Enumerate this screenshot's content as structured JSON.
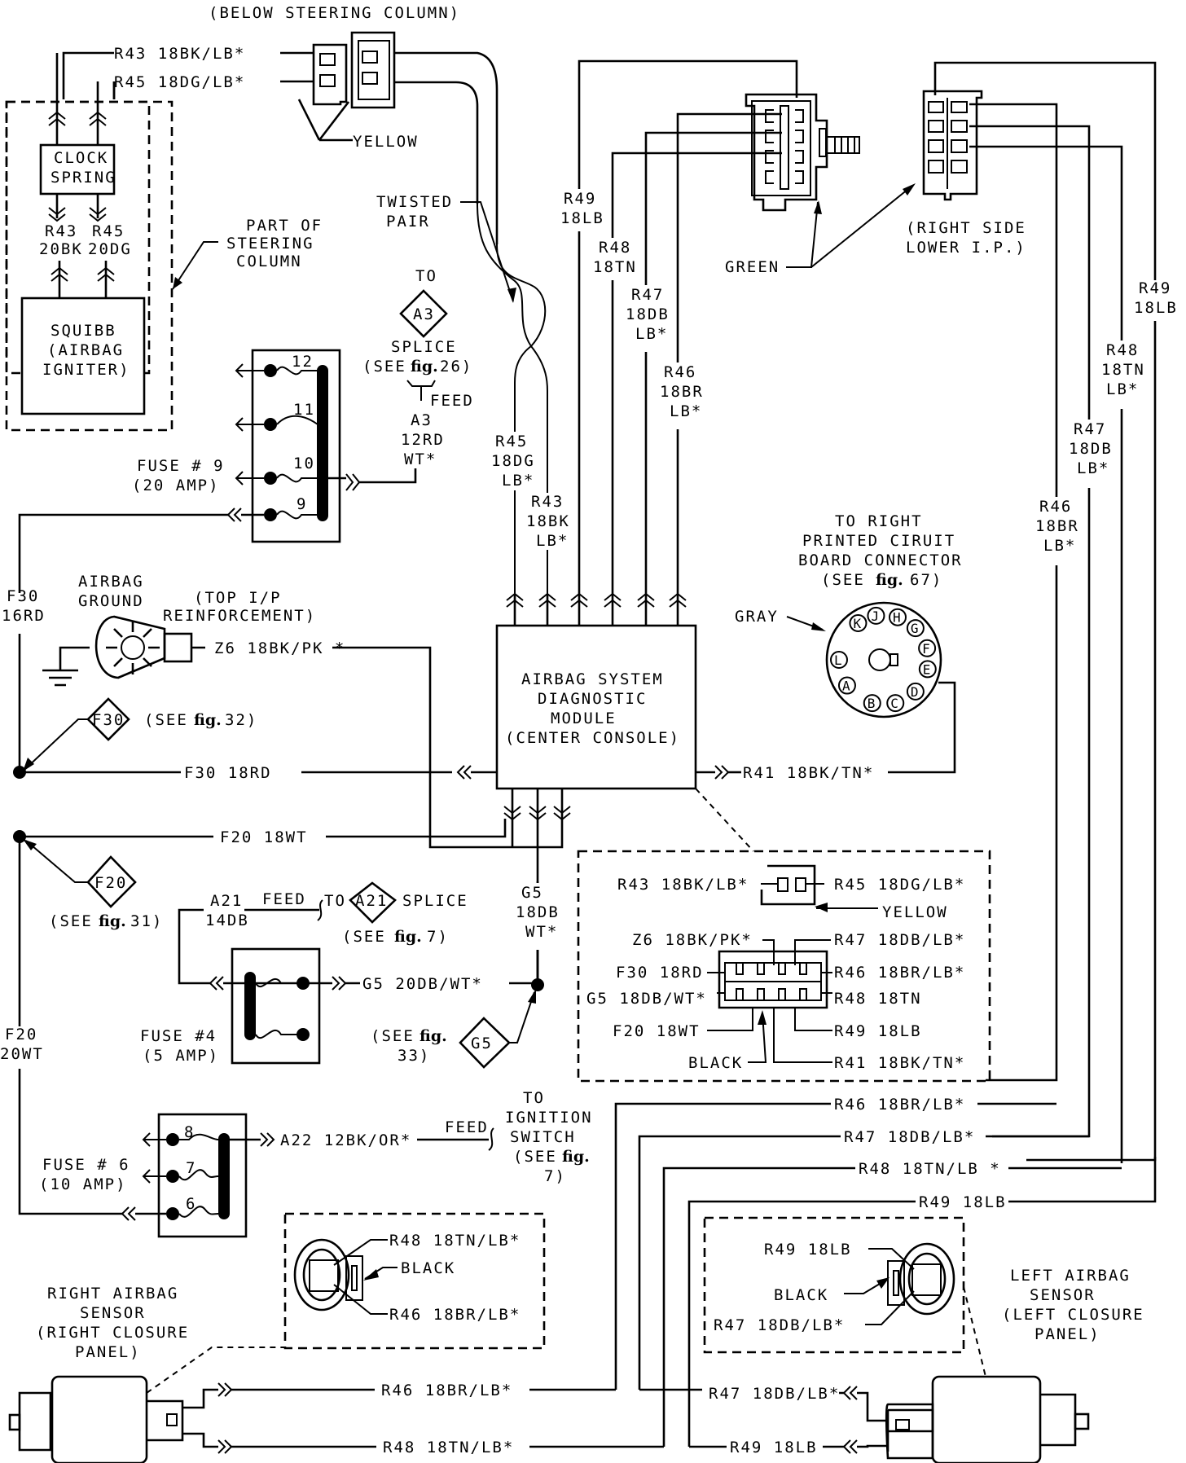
{
  "title": "Airbag System Wiring Diagram",
  "steering_connector": {
    "location": "(BELOW STEERING COLUMN)",
    "wire_r43": "R43 18BK/LB*",
    "wire_r45": "R45 18DG/LB*",
    "color": "YELLOW"
  },
  "steering_column": {
    "clock_spring": [
      "CLOCK",
      "SPRING"
    ],
    "r43_gauge": [
      "R43",
      "20BK"
    ],
    "r45_gauge": [
      "R45",
      "20DG"
    ],
    "squibb": [
      "SQUIBB",
      "(AIRBAG",
      "IGNITER)"
    ],
    "part_of": [
      "PART OF",
      "STEERING",
      "COLUMN"
    ]
  },
  "twisted_pair": [
    "TWISTED",
    "PAIR"
  ],
  "splice_a3": {
    "to": "TO",
    "code": "A3",
    "label": "SPLICE",
    "see": "(SEE",
    "fig": "fig.",
    "fig_num": "26)",
    "feed": "FEED",
    "wire": [
      "A3",
      "12RD",
      "WT*"
    ]
  },
  "fuse9": {
    "label": [
      "FUSE # 9",
      "(20 AMP)"
    ],
    "slots": [
      "12",
      "11",
      "10",
      "9"
    ]
  },
  "f30_vertical": [
    "F30",
    "16RD"
  ],
  "airbag_ground": {
    "label": [
      "AIRBAG",
      "GROUND"
    ],
    "location": [
      "(TOP I/P",
      "REINFORCEMENT)"
    ],
    "wire": "Z6 18BK/PK *"
  },
  "f30_ref": {
    "code": "F30",
    "see": "(SEE",
    "fig": "fig.",
    "num": "32)"
  },
  "f30_wire": "F30 18RD",
  "module": {
    "label": [
      "AIRBAG SYSTEM",
      "DIAGNOSTIC",
      "MODULE",
      "(CENTER CONSOLE)"
    ],
    "r41": "R41 18BK/TN*"
  },
  "module_wires_top": {
    "r45": [
      "R45",
      "18DG",
      "LB*"
    ],
    "r43": [
      "R43",
      "18BK",
      "LB*"
    ],
    "r49": [
      "R49",
      "18LB"
    ],
    "r48": [
      "R48",
      "18TN"
    ],
    "r47": [
      "R47",
      "18DB",
      "LB*"
    ],
    "r46": [
      "R46",
      "18BR",
      "LB*"
    ]
  },
  "green_connector": {
    "color": "GREEN"
  },
  "right_side_connector": {
    "location": [
      "(RIGHT SIDE",
      "LOWER I.P.)"
    ]
  },
  "right_wires": {
    "r49": [
      "R49",
      "18LB"
    ],
    "r48": [
      "R48",
      "18TN",
      "LB*"
    ],
    "r47": [
      "R47",
      "18DB",
      "LB*"
    ],
    "r46": [
      "R46",
      "18BR",
      "LB*"
    ]
  },
  "pcb_connector": {
    "label": [
      "TO RIGHT",
      "PRINTED CIRUIT",
      "BOARD CONNECTOR"
    ],
    "see": "(SEE",
    "fig": "fig.",
    "num": "67)",
    "color": "GRAY",
    "pins": [
      "K",
      "J",
      "H",
      "G",
      "F",
      "E",
      "D",
      "C",
      "B",
      "A",
      "L"
    ]
  },
  "f20_wire": "F20 18WT",
  "f20_vertical": [
    "F20",
    "20WT"
  ],
  "f20_ref": {
    "code": "F20",
    "see": "(SEE",
    "fig": "fig.",
    "num": "31)"
  },
  "a21": {
    "wire": [
      "A21",
      "14DB"
    ],
    "feed": "FEED",
    "to": "TO",
    "code": "A21",
    "splice": "SPLICE",
    "see": "(SEE",
    "fig": "fig.",
    "num": "7)"
  },
  "fuse4": {
    "label": [
      "FUSE #4",
      "(5 AMP)"
    ]
  },
  "g5": {
    "vertical": [
      "G5",
      "18DB",
      "WT*"
    ],
    "wire": "G5 20DB/WT*",
    "see": "(SEE",
    "fig": "fig.",
    "num": "33)",
    "code": "G5"
  },
  "module_connector_detail": {
    "top_left": "R43 18BK/LB*",
    "top_right": "R45 18DG/LB*",
    "top_color": "YELLOW",
    "left": [
      "Z6 18BK/PK*",
      "F30 18RD",
      "G5 18DB/WT*",
      "F20 18WT",
      "BLACK"
    ],
    "right": [
      "R47 18DB/LB*",
      "R46 18BR/LB*",
      "R48 18TN",
      "R49 18LB",
      "R41 18BK/TN*"
    ]
  },
  "fuse6": {
    "label": [
      "FUSE # 6",
      "(10 AMP)"
    ],
    "slots": [
      "8",
      "7",
      "6"
    ],
    "wire": "A22 12BK/OR*",
    "feed": "FEED",
    "to": [
      "TO",
      "IGNITION",
      "SWITCH"
    ],
    "see": "(SEE",
    "fig": "fig.",
    "num": "7)"
  },
  "sensor_runs": {
    "r46": "R46 18BR/LB*",
    "r47": "R47 18DB/LB*",
    "r48": "R48 18TN/LB *",
    "r49": "R49 18LB"
  },
  "right_sensor": {
    "label": [
      "RIGHT AIRBAG",
      "SENSOR",
      "(RIGHT CLOSURE",
      "PANEL)"
    ],
    "detail_top": "R48 18TN/LB*",
    "detail_color": "BLACK",
    "detail_bottom": "R46 18BR/LB*",
    "wire_top": "R46 18BR/LB*",
    "wire_bottom": "R48 18TN/LB*"
  },
  "left_sensor": {
    "label": [
      "LEFT AIRBAG",
      "SENSOR",
      "(LEFT CLOSURE",
      "PANEL)"
    ],
    "detail_top": "R49 18LB",
    "detail_color": "BLACK",
    "detail_bottom": "R47 18DB/LB*",
    "wire_top": "R47 18DB/LB*",
    "wire_bottom": "R49 18LB"
  }
}
